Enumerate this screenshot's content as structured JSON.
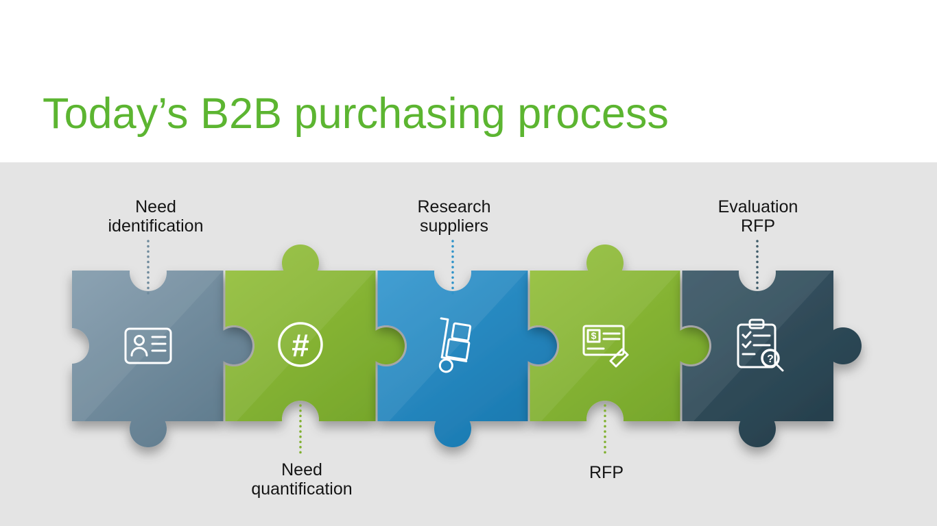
{
  "slide": {
    "title": "Today’s B2B purchasing process",
    "title_color": "#5cb531",
    "background": "#ffffff",
    "panel_background": "#e4e4e4"
  },
  "steps": [
    {
      "label_line1": "Need",
      "label_line2": "identification",
      "label_position": "above",
      "icon": "id-card-icon",
      "color_top": "#8ca4b5",
      "color_bottom": "#5e7a8c",
      "connector_color": "#6e8a9c"
    },
    {
      "label_line1": "Need",
      "label_line2": "quantification",
      "label_position": "below",
      "icon": "number-icon",
      "glyph": "#",
      "color_top": "#9cc63f",
      "color_bottom": "#73a42a",
      "connector_color": "#80b02f"
    },
    {
      "label_line1": "Research",
      "label_line2": "suppliers",
      "label_position": "above",
      "icon": "hand-truck-icon",
      "color_top": "#3ba0d8",
      "color_bottom": "#1977ae",
      "connector_color": "#2e93c9"
    },
    {
      "label_line1": "RFP",
      "label_line2": "",
      "label_position": "below",
      "icon": "check-signing-icon",
      "glyph": "$",
      "color_top": "#9cc63f",
      "color_bottom": "#73a42a",
      "connector_color": "#80b02f"
    },
    {
      "label_line1": "Evaluation",
      "label_line2": "RFP",
      "label_position": "above",
      "icon": "clipboard-search-icon",
      "glyph": "?",
      "color_top": "#41606f",
      "color_bottom": "#243d4a",
      "connector_color": "#3e5b69"
    }
  ]
}
